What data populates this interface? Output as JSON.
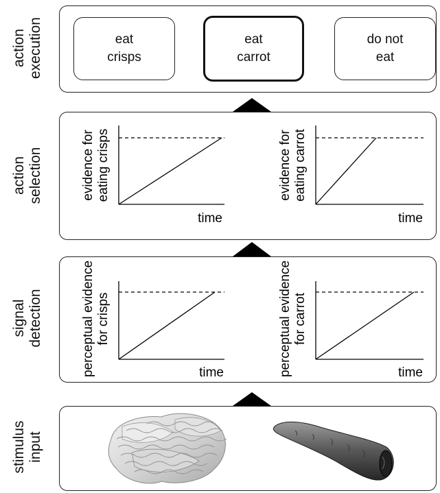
{
  "stages": {
    "execution": {
      "line1": "action",
      "line2": "execution"
    },
    "selection": {
      "line1": "action",
      "line2": "selection"
    },
    "detection": {
      "line1": "signal",
      "line2": "detection"
    },
    "input": {
      "line1": "stimulus",
      "line2": "input"
    }
  },
  "actions": [
    {
      "line1": "eat",
      "line2": "crisps",
      "selected": false
    },
    {
      "line1": "eat",
      "line2": "carrot",
      "selected": true
    },
    {
      "line1": "do not",
      "line2": "eat",
      "selected": false
    }
  ],
  "selection_plots": [
    {
      "ylabel_line1": "evidence for",
      "ylabel_line2": "eating crisps",
      "xlabel": "time"
    },
    {
      "ylabel_line1": "evidence for",
      "ylabel_line2": "eating carrot",
      "xlabel": "time"
    }
  ],
  "detection_plots": [
    {
      "ylabel_line1": "perceptual evidence",
      "ylabel_line2": "for crisps",
      "xlabel": "time"
    },
    {
      "ylabel_line1": "perceptual evidence",
      "ylabel_line2": "for carrot",
      "xlabel": "time"
    }
  ],
  "stimuli": {
    "left_image": "crisps",
    "right_image": "carrot"
  }
}
